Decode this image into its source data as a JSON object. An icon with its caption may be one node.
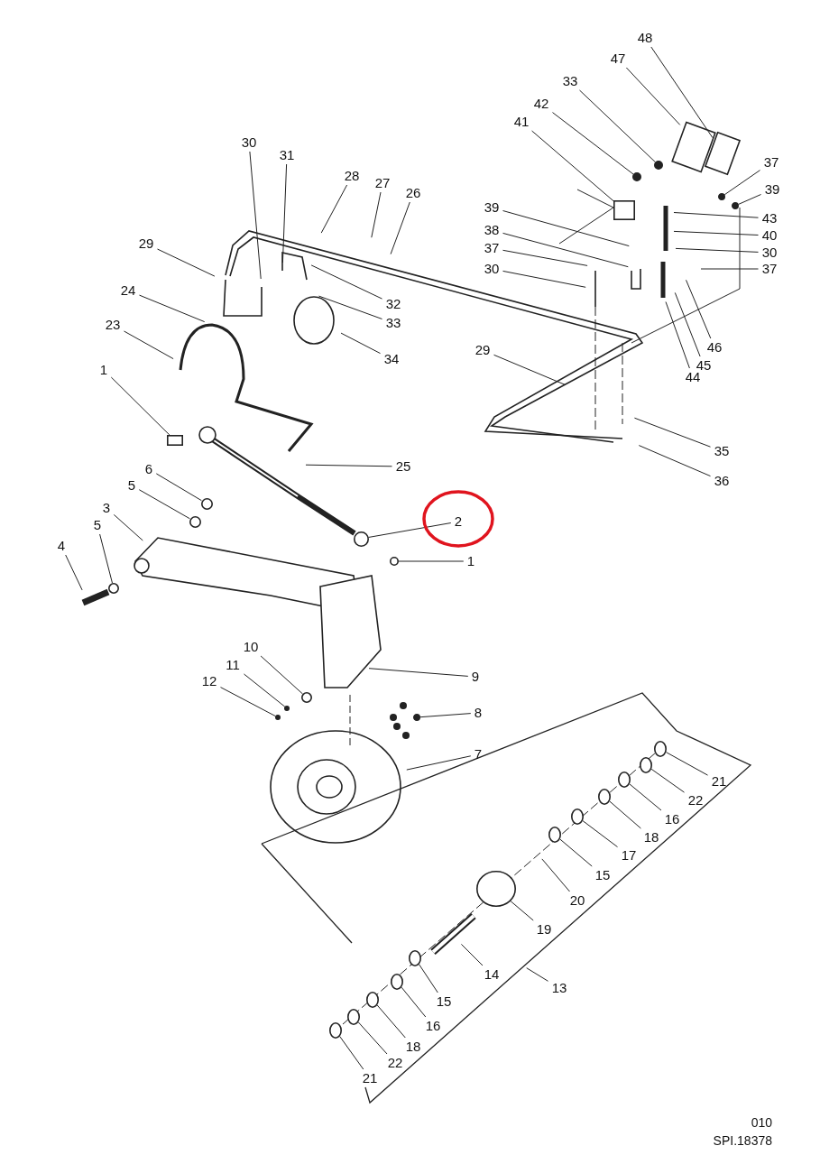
{
  "diagram": {
    "nodes": [
      {
        "text": [
          "48"
        ]
      },
      {
        "text": [
          "47"
        ]
      },
      {
        "text": [
          "33"
        ]
      },
      {
        "text": [
          "42"
        ]
      },
      {
        "text": [
          "41"
        ]
      },
      {
        "text": [
          "37"
        ]
      },
      {
        "text": [
          "39"
        ]
      },
      {
        "text": [
          "28"
        ]
      },
      {
        "text": [
          "27"
        ]
      },
      {
        "text": [
          "26"
        ]
      },
      {
        "text": [
          "30"
        ]
      },
      {
        "text": [
          "31"
        ]
      },
      {
        "text": [
          "39"
        ]
      },
      {
        "text": [
          "43"
        ]
      },
      {
        "text": [
          "38"
        ]
      },
      {
        "text": [
          "40"
        ]
      },
      {
        "text": [
          "29"
        ]
      },
      {
        "text": [
          "37"
        ]
      },
      {
        "text": [
          "30"
        ]
      },
      {
        "text": [
          "37"
        ]
      },
      {
        "text": [
          "30"
        ]
      },
      {
        "text": [
          "24"
        ]
      },
      {
        "text": [
          "32"
        ]
      },
      {
        "text": [
          "33"
        ]
      },
      {
        "text": [
          "23"
        ]
      },
      {
        "text": [
          "46"
        ]
      },
      {
        "text": [
          "29"
        ]
      },
      {
        "text": [
          "34"
        ]
      },
      {
        "text": [
          "45"
        ]
      },
      {
        "text": [
          "1"
        ]
      },
      {
        "text": [
          "44"
        ]
      },
      {
        "text": [
          "35"
        ]
      },
      {
        "text": [
          "25"
        ]
      },
      {
        "text": [
          "6"
        ]
      },
      {
        "text": [
          "36"
        ]
      },
      {
        "text": [
          "5"
        ]
      },
      {
        "text": [
          "3"
        ]
      },
      {
        "text": [
          "2"
        ]
      },
      {
        "text": [
          "5"
        ]
      },
      {
        "text": [
          "4"
        ]
      },
      {
        "text": [
          "1"
        ]
      },
      {
        "text": [
          "10"
        ]
      },
      {
        "text": [
          "11"
        ]
      },
      {
        "text": [
          "9"
        ]
      },
      {
        "text": [
          "12"
        ]
      },
      {
        "text": [
          "8"
        ]
      },
      {
        "text": [
          "7"
        ]
      },
      {
        "text": [
          "21"
        ]
      },
      {
        "text": [
          "22"
        ]
      },
      {
        "text": [
          "16"
        ]
      },
      {
        "text": [
          "18"
        ]
      },
      {
        "text": [
          "17"
        ]
      },
      {
        "text": [
          "15"
        ]
      },
      {
        "text": [
          "20"
        ]
      },
      {
        "text": [
          "19"
        ]
      },
      {
        "text": [
          "14"
        ]
      },
      {
        "text": [
          "13"
        ]
      },
      {
        "text": [
          "15"
        ]
      },
      {
        "text": [
          "16"
        ]
      },
      {
        "text": [
          "18"
        ]
      },
      {
        "text": [
          "22"
        ]
      },
      {
        "text": [
          "21"
        ]
      },
      {
        "text": [],
        "shape": "circle"
      },
      {
        "text": [],
        "shape": "circle"
      },
      {
        "text": [],
        "shape": "box"
      },
      {
        "text": [],
        "shape": "circle"
      },
      {
        "text": [],
        "shape": "circle"
      },
      {
        "text": [],
        "shape": "circle"
      },
      {
        "text": [],
        "shape": "circle"
      },
      {
        "text": [],
        "shape": "circle"
      },
      {
        "text": [],
        "shape": "circle"
      },
      {
        "text": [],
        "shape": "circle"
      },
      {
        "text": [],
        "shape": "circle"
      },
      {
        "text": [],
        "shape": "circle"
      },
      {
        "text": [],
        "shape": "circle"
      },
      {
        "text": [],
        "shape": "circle"
      },
      {
        "text": [],
        "shape": "circle"
      },
      {
        "text": [],
        "shape": "circle"
      },
      {
        "text": [],
        "shape": "circle"
      },
      {
        "text": [],
        "shape": "circle"
      },
      {
        "text": [],
        "shape": "circle"
      },
      {
        "text": [],
        "shape": "circle"
      },
      {
        "text": [],
        "shape": "circle"
      },
      {
        "text": [],
        "shape": "circle"
      },
      {
        "text": [],
        "shape": "circle"
      },
      {
        "text": [],
        "shape": "circle"
      },
      {
        "text": [],
        "shape": "circle"
      },
      {
        "text": [],
        "shape": "circle"
      },
      {
        "text": [],
        "shape": "box"
      }
    ],
    "edges": [
      {
        "from": 0,
        "to": null,
        "arrow": "none"
      },
      {
        "from": 1,
        "to": null,
        "arrow": "none"
      },
      {
        "from": 2,
        "to": 62,
        "arrow": "none"
      },
      {
        "from": 3,
        "to": 63,
        "arrow": "none"
      },
      {
        "from": 4,
        "to": 64,
        "arrow": "none"
      },
      {
        "from": 5,
        "to": 65,
        "arrow": "none"
      },
      {
        "from": 6,
        "to": 66,
        "arrow": "none"
      },
      {
        "from": 7,
        "to": null,
        "arrow": "none"
      },
      {
        "from": 8,
        "to": null,
        "arrow": "none"
      },
      {
        "from": 9,
        "to": null,
        "arrow": "none"
      },
      {
        "from": 10,
        "to": null,
        "arrow": "none"
      },
      {
        "from": 11,
        "to": null,
        "arrow": "none"
      },
      {
        "from": 12,
        "to": null,
        "arrow": "none"
      },
      {
        "from": 13,
        "to": null,
        "arrow": "none"
      },
      {
        "from": 14,
        "to": null,
        "arrow": "none"
      },
      {
        "from": 15,
        "to": null,
        "arrow": "none"
      },
      {
        "from": 16,
        "to": null,
        "arrow": "none"
      },
      {
        "from": 17,
        "to": null,
        "arrow": "none"
      },
      {
        "from": 18,
        "to": null,
        "arrow": "none"
      },
      {
        "from": 19,
        "to": null,
        "arrow": "none"
      },
      {
        "from": 20,
        "to": null,
        "arrow": "none"
      },
      {
        "from": 21,
        "to": null,
        "arrow": "none"
      },
      {
        "from": 22,
        "to": null,
        "arrow": "none"
      },
      {
        "from": 23,
        "to": null,
        "arrow": "none"
      },
      {
        "from": 24,
        "to": null,
        "arrow": "none"
      },
      {
        "from": 25,
        "to": null,
        "arrow": "none"
      },
      {
        "from": 26,
        "to": null,
        "arrow": "none"
      },
      {
        "from": 27,
        "to": null,
        "arrow": "none"
      },
      {
        "from": 28,
        "to": null,
        "arrow": "none"
      },
      {
        "from": 29,
        "to": 88,
        "arrow": "none"
      },
      {
        "from": 30,
        "to": null,
        "arrow": "none"
      },
      {
        "from": 31,
        "to": null,
        "arrow": "none"
      },
      {
        "from": 32,
        "to": null,
        "arrow": "none"
      },
      {
        "from": 33,
        "to": 67,
        "arrow": "none"
      },
      {
        "from": 34,
        "to": null,
        "arrow": "none"
      },
      {
        "from": 35,
        "to": 68,
        "arrow": "none"
      },
      {
        "from": 36,
        "to": null,
        "arrow": "none"
      },
      {
        "from": 37,
        "to": 69,
        "arrow": "none"
      },
      {
        "from": 38,
        "to": 70,
        "arrow": "none"
      },
      {
        "from": 39,
        "to": null,
        "arrow": "none"
      },
      {
        "from": 40,
        "to": 75,
        "arrow": "none"
      },
      {
        "from": 41,
        "to": 71,
        "arrow": "none"
      },
      {
        "from": 42,
        "to": 72,
        "arrow": "none"
      },
      {
        "from": 43,
        "to": null,
        "arrow": "none"
      },
      {
        "from": 44,
        "to": 73,
        "arrow": "none"
      },
      {
        "from": 45,
        "to": 74,
        "arrow": "none"
      },
      {
        "from": 46,
        "to": null,
        "arrow": "none"
      },
      {
        "from": 47,
        "to": 76,
        "arrow": "none"
      },
      {
        "from": 48,
        "to": 77,
        "arrow": "none"
      },
      {
        "from": 49,
        "to": 78,
        "arrow": "none"
      },
      {
        "from": 50,
        "to": 79,
        "arrow": "none"
      },
      {
        "from": 51,
        "to": 80,
        "arrow": "none"
      },
      {
        "from": 52,
        "to": 81,
        "arrow": "none"
      },
      {
        "from": 53,
        "to": null,
        "arrow": "none"
      },
      {
        "from": 54,
        "to": 82,
        "arrow": "none"
      },
      {
        "from": 55,
        "to": null,
        "arrow": "none"
      },
      {
        "from": 56,
        "to": null,
        "arrow": "none"
      },
      {
        "from": 57,
        "to": 83,
        "arrow": "none"
      },
      {
        "from": 58,
        "to": 84,
        "arrow": "none"
      },
      {
        "from": 59,
        "to": 85,
        "arrow": "none"
      },
      {
        "from": 60,
        "to": 86,
        "arrow": "none"
      },
      {
        "from": 61,
        "to": 87,
        "arrow": "none"
      }
    ],
    "labels": [
      "010",
      "SPI.18378"
    ]
  }
}
